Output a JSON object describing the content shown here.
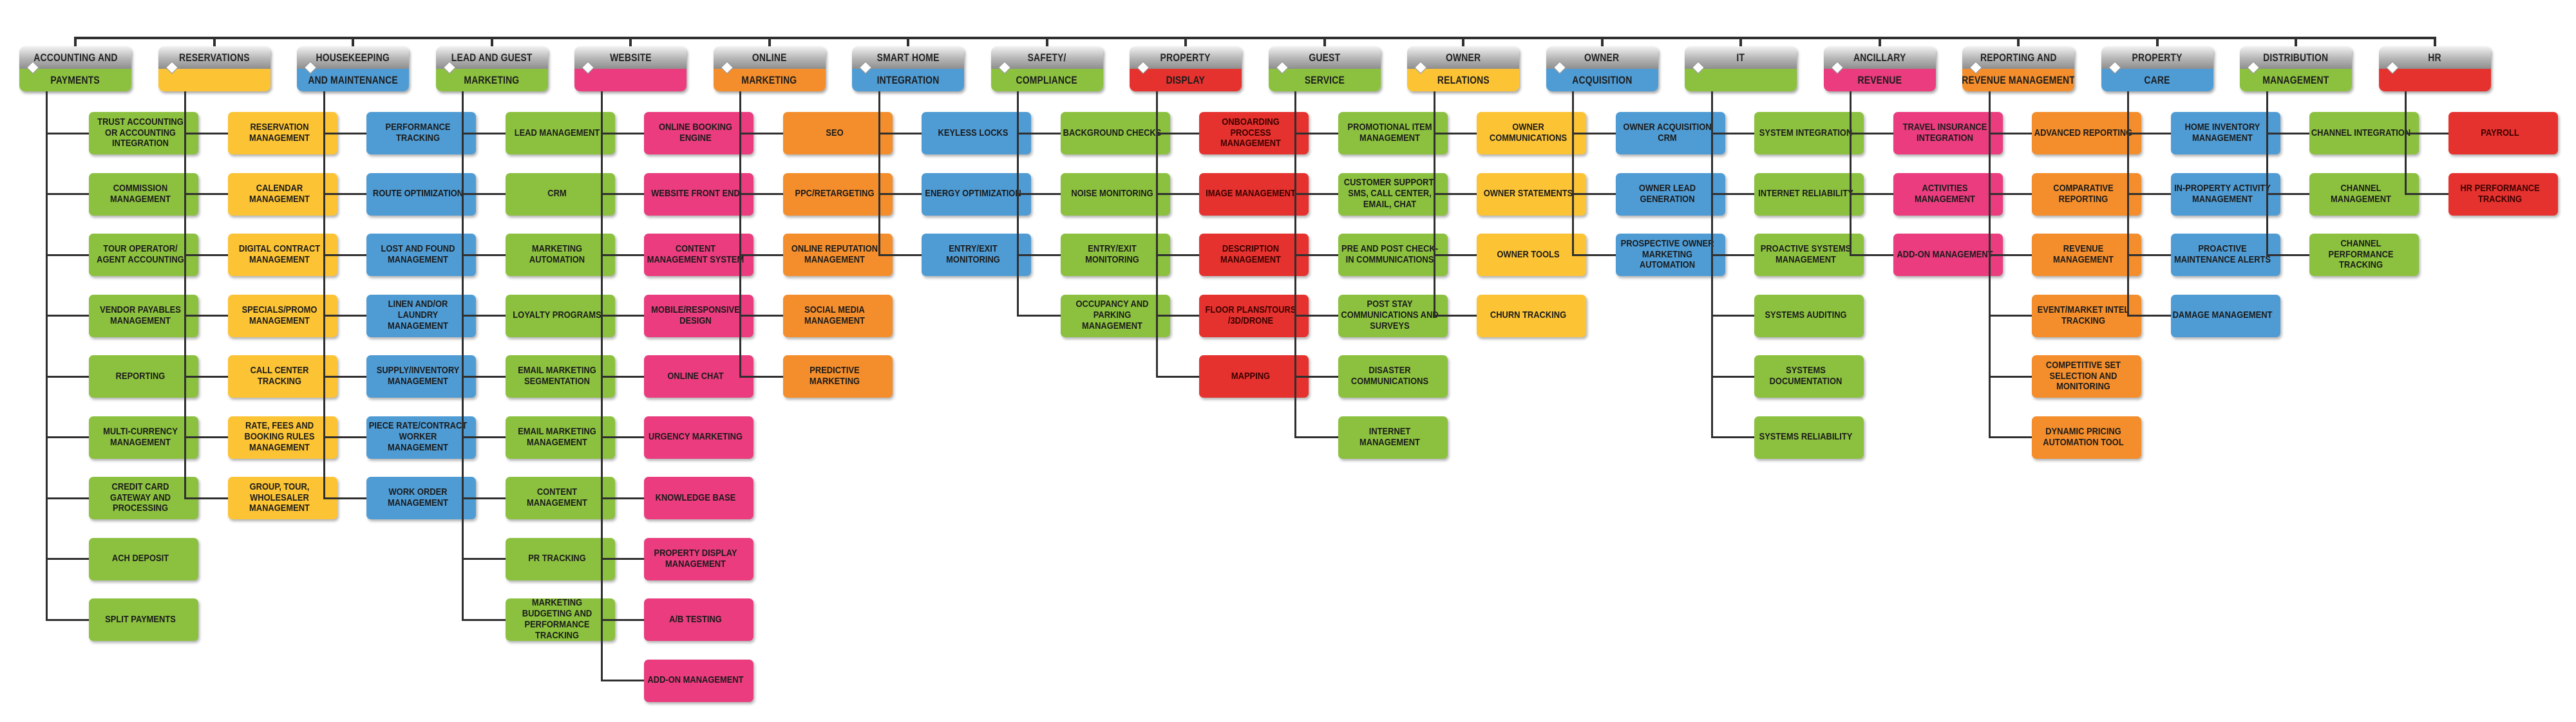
{
  "colors": {
    "green": "#8cc13f",
    "yellow": "#fcc435",
    "blue": "#4f9cd5",
    "pink": "#ea3c7e",
    "orange": "#f48e2c",
    "red": "#e5322e",
    "connector": "#2f2f2f",
    "header_top": "#c4c4c4"
  },
  "categories": [
    {
      "line1": "Accounting and",
      "line2": "Payments",
      "color": "green",
      "items": [
        "Trust accounting or accounting integration",
        "Commission management",
        "Tour operator/ agent accounting",
        "Vendor payables management",
        "Reporting",
        "Multi-currency management",
        "Credit card gateway and processing",
        "ACH deposit",
        "Split payments"
      ]
    },
    {
      "line1": "Reservations",
      "line2": "",
      "color": "yellow",
      "items": [
        "Reservation management",
        "Calendar management",
        "Digital contract management",
        "Specials/promo management",
        "Call center tracking",
        "Rate, fees and booking rules management",
        "Group, tour, wholesaler management"
      ]
    },
    {
      "line1": "Housekeeping",
      "line2": "and Maintenance",
      "color": "blue",
      "items": [
        "Performance tracking",
        "Route optimization",
        "Lost and found management",
        "Linen and/or laundry management",
        "Supply/inventory management",
        "Piece rate/contract worker management",
        "Work order management"
      ]
    },
    {
      "line1": "Lead and Guest",
      "line2": "Marketing",
      "color": "green",
      "items": [
        "Lead management",
        "CRM",
        "Marketing automation",
        "Loyalty programs",
        "Email marketing segmentation",
        "Email marketing management",
        "Content management",
        "PR tracking",
        "Marketing budgeting and performance tracking"
      ]
    },
    {
      "line1": "Website",
      "line2": "",
      "color": "pink",
      "items": [
        "Online booking engine",
        "Website front end",
        "Content management system",
        "Mobile/responsive design",
        "Online chat",
        "Urgency marketing",
        "Knowledge base",
        "Property display management",
        "A/B testing",
        "Add-on management"
      ]
    },
    {
      "line1": "Online",
      "line2": "Marketing",
      "color": "orange",
      "items": [
        "SEO",
        "PPC/Retargeting",
        "Online reputation management",
        "Social media management",
        "Predictive marketing"
      ]
    },
    {
      "line1": "Smart Home",
      "line2": "Integration",
      "color": "blue",
      "items": [
        "Keyless locks",
        "Energy optimization",
        "Entry/exit monitoring"
      ]
    },
    {
      "line1": "Safety/",
      "line2": "Compliance",
      "color": "green",
      "items": [
        "Background checks",
        "Noise monitoring",
        "Entry/exit monitoring",
        "Occupancy and parking management"
      ]
    },
    {
      "line1": "Property",
      "line2": "Display",
      "color": "red",
      "items": [
        "Onboarding process management",
        "Image management",
        "Description management",
        "Floor plans/tours /3D/drone",
        "Mapping"
      ]
    },
    {
      "line1": "Guest",
      "line2": "Service",
      "color": "green",
      "items": [
        "Promotional item management",
        "Customer support: SMS, call center, email, chat",
        "Pre and post check-in communications",
        "Post stay communications and surveys",
        "Disaster communications",
        "Internet management"
      ]
    },
    {
      "line1": "Owner",
      "line2": "Relations",
      "color": "yellow",
      "items": [
        "Owner communications",
        "Owner statements",
        "Owner tools",
        "Churn tracking"
      ]
    },
    {
      "line1": "Owner",
      "line2": "Acquisition",
      "color": "blue",
      "items": [
        "Owner acquisition CRM",
        "Owner lead generation",
        "Prospective owner marketing automation"
      ]
    },
    {
      "line1": "IT",
      "line2": "",
      "color": "green",
      "items": [
        "System integration",
        "Internet reliability",
        "Proactive systems management",
        "Systems auditing",
        "Systems documentation",
        "Systems reliability"
      ]
    },
    {
      "line1": "Ancillary",
      "line2": "Revenue",
      "color": "pink",
      "items": [
        "Travel insurance integration",
        "Activities management",
        "Add-on management"
      ]
    },
    {
      "line1": "Reporting and",
      "line2": "Revenue Management",
      "color": "orange",
      "items": [
        "Advanced reporting",
        "Comparative reporting",
        "Revenue management",
        "Event/market intel tracking",
        "Competitive set selection and monitoring",
        "Dynamic pricing automation tool"
      ]
    },
    {
      "line1": "Property",
      "line2": "Care",
      "color": "blue",
      "items": [
        "Home inventory management",
        "In-property activity management",
        "Proactive maintenance alerts",
        "Damage management"
      ]
    },
    {
      "line1": "Distribution",
      "line2": "Management",
      "color": "green",
      "items": [
        "Channel integration",
        "Channel management",
        "Channel performance tracking"
      ]
    },
    {
      "line1": "HR",
      "line2": "",
      "color": "red",
      "items": [
        "Payroll",
        "HR performance tracking"
      ]
    }
  ]
}
